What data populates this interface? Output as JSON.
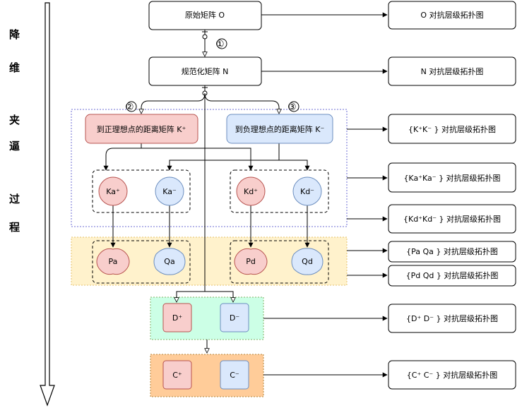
{
  "side_labels": [
    "降",
    "维",
    "夹",
    "逼",
    "过",
    "程"
  ],
  "main_flow": {
    "original": "原始矩阵 O",
    "normalized": "规范化矩阵 N",
    "to_positive": "到正理想点的距离矩阵 K⁺",
    "to_negative": "到负理想点的距离矩阵 K⁻"
  },
  "markers": [
    "①",
    "②",
    "③"
  ],
  "nodes": {
    "ka_plus": "Ka⁺",
    "ka_minus": "Ka⁻",
    "kd_plus": "Kd⁺",
    "kd_minus": "Kd⁻",
    "pa": "Pa",
    "qa": "Qa",
    "pd": "Pd",
    "qd": "Qd",
    "d_plus": "D⁺",
    "d_minus": "D⁻",
    "c_plus": "C⁺",
    "c_minus": "C⁻"
  },
  "outputs": [
    "O 对抗层级拓扑图",
    "N 对抗层级拓扑图",
    "{K⁺K⁻ } 对抗层级拓扑图",
    "{Ka⁺Ka⁻ } 对抗层级拓扑图",
    "{Kd⁺Kd⁻ } 对抗层级拓扑图",
    "{Pa Qa } 对抗层级拓扑图",
    "{Pd Qd } 对抗层级拓扑图",
    "{D⁺ D⁻ } 对抗层级拓扑图",
    "{C⁺ C⁻ } 对抗层级拓扑图"
  ],
  "colors": {
    "red_fill": "#f8cecc",
    "red_stroke": "#b85450",
    "blue_fill": "#dae8fc",
    "blue_stroke": "#6c8ebf",
    "yellow_panel": "#fff2cc",
    "green_panel": "#ccffe6",
    "orange_panel": "#ffcc99"
  }
}
